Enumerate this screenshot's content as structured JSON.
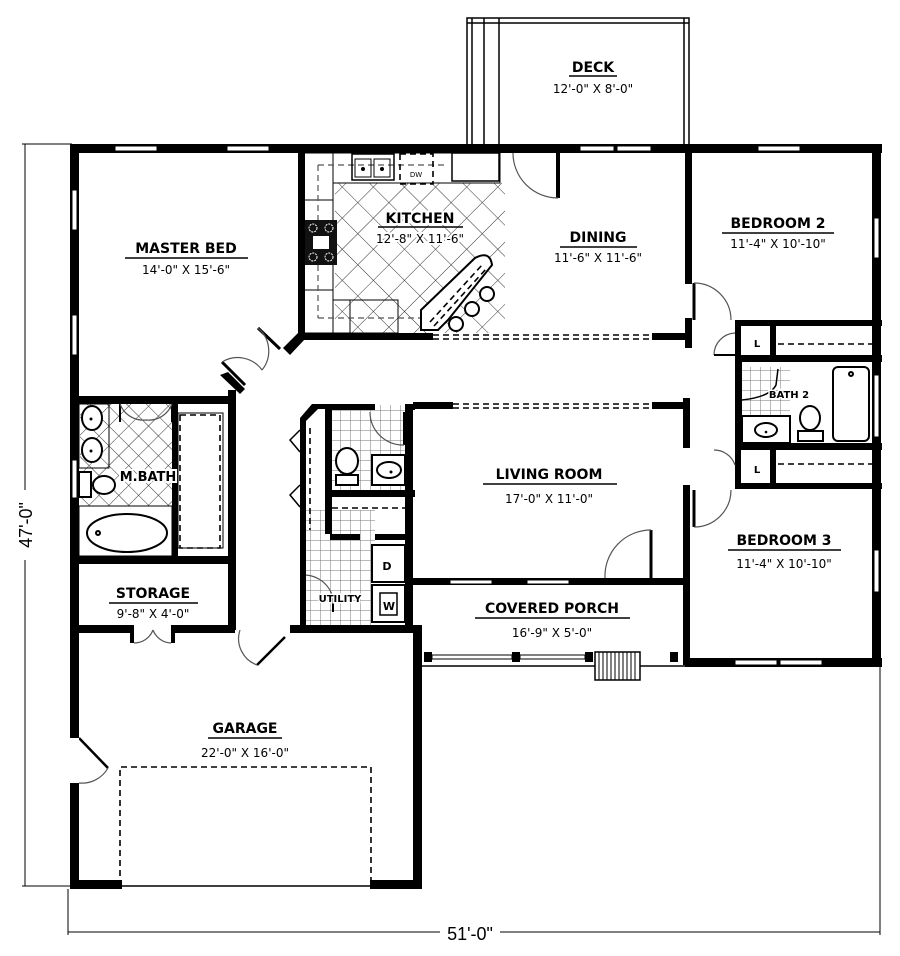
{
  "plan": {
    "overall_width": "51'-0\"",
    "overall_depth": "47'-0\""
  },
  "rooms": {
    "deck": {
      "name": "DECK",
      "size": "12'-0\" X 8'-0\""
    },
    "kitchen": {
      "name": "KITCHEN",
      "size": "12'-8\" X 11'-6\"",
      "appliance_label": "DW"
    },
    "master_bed": {
      "name": "MASTER BED",
      "size": "14'-0\" X 15'-6\""
    },
    "dining": {
      "name": "DINING",
      "size": "11'-6\" X 11'-6\""
    },
    "bedroom2": {
      "name": "BEDROOM 2",
      "size": "11'-4\" X 10'-10\""
    },
    "bath2": {
      "name": "BATH 2"
    },
    "linen_closet": {
      "label": "L"
    },
    "master_bath": {
      "name": "M.BATH"
    },
    "living_room": {
      "name": "LIVING ROOM",
      "size": "17'-0\" X 11'-0\""
    },
    "bedroom3": {
      "name": "BEDROOM 3",
      "size": "11'-4\" X 10'-10\""
    },
    "storage": {
      "name": "STORAGE",
      "size": "9'-8\" X 4'-0\""
    },
    "utility": {
      "name": "UTILITY",
      "dryer": "D",
      "washer": "W"
    },
    "covered_porch": {
      "name": "COVERED PORCH",
      "size": "16'-9\" X 5'-0\""
    },
    "garage": {
      "name": "GARAGE",
      "size": "22'-0\" X 16'-0\""
    }
  },
  "colors": {
    "wall": "#000000",
    "background": "#ffffff",
    "swing": "#555555"
  }
}
